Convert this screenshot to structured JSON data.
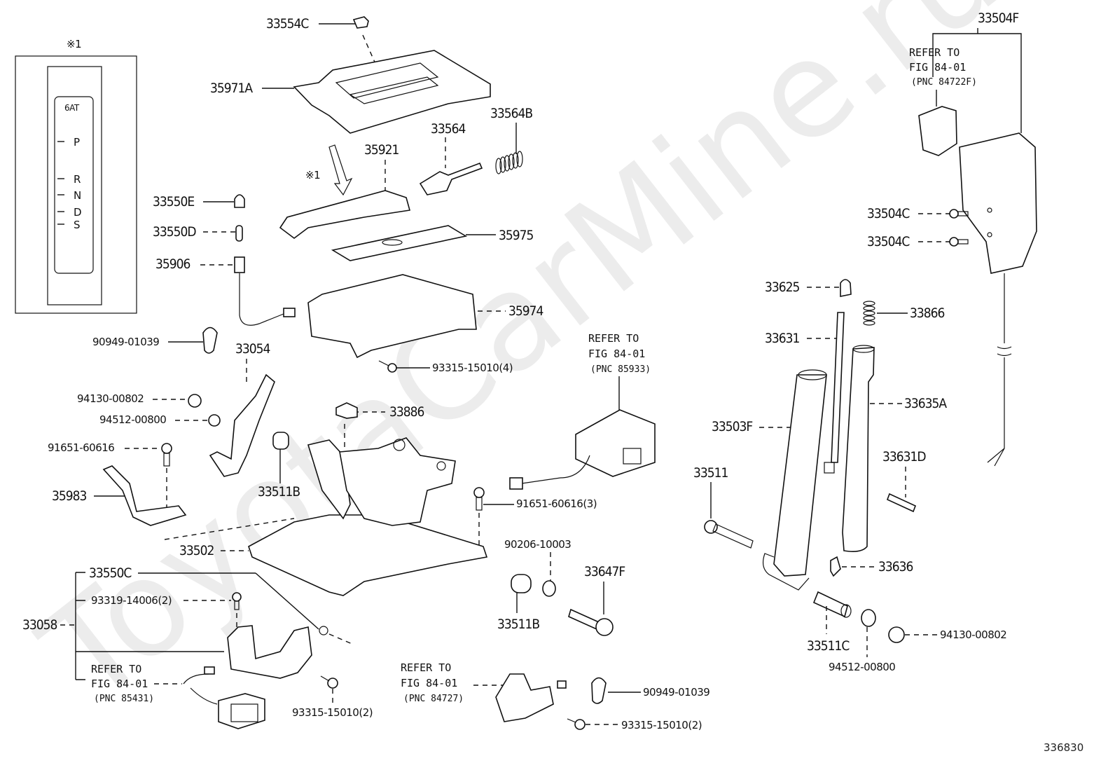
{
  "watermark": "ToyotaCarMine.ru",
  "figure_number": "336830",
  "inset": {
    "marker": "※1",
    "gate_label": "6AT",
    "positions": [
      "P",
      "R",
      "N",
      "D",
      "S"
    ]
  },
  "arrow_marker": "※1",
  "parts": {
    "p33554C": "33554C",
    "p35971A": "35971A",
    "p33564B": "33564B",
    "p33564": "33564",
    "p35921": "35921",
    "p33550E": "33550E",
    "p33550D": "33550D",
    "p35975": "35975",
    "p35906": "35906",
    "p35974": "35974",
    "p90949a": "90949-01039",
    "p33054": "33054",
    "p93315_4": "93315-15010(4)",
    "p94130a": "94130-00802",
    "p94512a": "94512-00800",
    "p33886": "33886",
    "p91651a": "91651-60616",
    "p35983": "35983",
    "p33511B_a": "33511B",
    "p91651_3": "91651-60616(3)",
    "p33502": "33502",
    "p33550C": "33550C",
    "p93319": "93319-14006(2)",
    "p33058": "33058",
    "p93315_2a": "93315-15010(2)",
    "p90206": "90206-10003",
    "p33647F": "33647F",
    "p33511B_b": "33511B",
    "p90949b": "90949-01039",
    "p93315_2b": "93315-15010(2)",
    "p33504F": "33504F",
    "p33504C_a": "33504C",
    "p33504C_b": "33504C",
    "p33625": "33625",
    "p33866": "33866",
    "p33631": "33631",
    "p33635A": "33635A",
    "p33503F": "33503F",
    "p33631D": "33631D",
    "p33511": "33511",
    "p33636": "33636",
    "p33511C": "33511C",
    "p94130b": "94130-00802",
    "p94512b": "94512-00800"
  },
  "references": {
    "knob_switch": {
      "line1": "REFER TO",
      "line2": "FIG 84-01",
      "line3": "(PNC 84722F)"
    },
    "position_switch": {
      "line1": "REFER TO",
      "line2": "FIG 84-01",
      "line3": "(PNC 85933)"
    },
    "solenoid": {
      "line1": "REFER TO",
      "line2": "FIG 84-01",
      "line3": "(PNC 85431)"
    },
    "lock_switch": {
      "line1": "REFER TO",
      "line2": "FIG 84-01",
      "line3": "(PNC 84727)"
    }
  }
}
